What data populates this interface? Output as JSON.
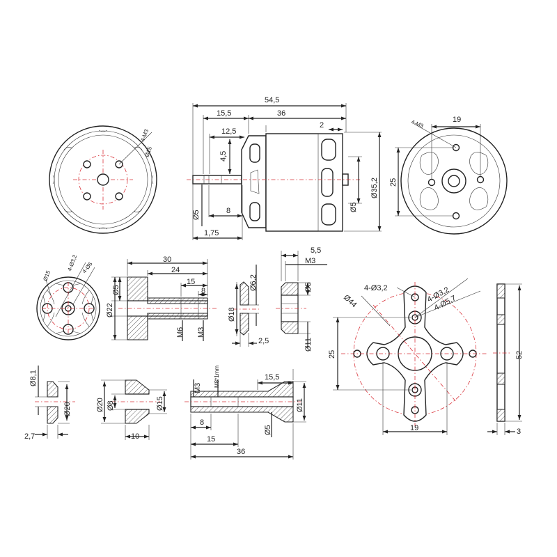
{
  "colors": {
    "line": "#222222",
    "centerline": "#d9333a",
    "background": "#ffffff"
  },
  "motor": {
    "front_view": {
      "holes": "4-M3",
      "bolt_circle": "Ø15"
    },
    "side_view": {
      "overall_length": "54,5",
      "shaft_length": "15,5",
      "body_length": "36",
      "shaft_to_flange": "12,5",
      "flange_step": "2",
      "flange_offset": "4,5",
      "shaft_diameter": "Ø5",
      "clip_length": "8",
      "clip_offset": "1,75",
      "rear_shaft": "Ø5",
      "body_diameter": "Ø35,2"
    },
    "rear_view": {
      "holes": "4-M3",
      "hole_spacing_h": "19",
      "hole_spacing_v": "25"
    }
  },
  "prop_adapter": {
    "face": {
      "bore": "Ø15",
      "holes_small": "4-Ø3,2",
      "holes_large": "4-Ø6"
    },
    "section": {
      "length_total": "30",
      "length_body": "24",
      "length_thread": "15",
      "bore_depth": "8",
      "shaft_d": "Ø5",
      "flange_d": "Ø22",
      "thread_outer": "M6",
      "thread_inner": "M3"
    }
  },
  "washer": {
    "inner": "Ø6,2",
    "outer": "Ø18",
    "thickness": "2,5"
  },
  "nut": {
    "width": "5,5",
    "thread": "M3",
    "bore": "Ø5",
    "outer": "Ø11"
  },
  "x_mount": {
    "holes_small": "4-Ø3,2",
    "holes_mid": "4-Ø3,2",
    "holes_large": "4-Ø5,7",
    "circle": "Ø44",
    "vertical": "25",
    "horizontal": "19"
  },
  "side_profile": {
    "height": "52",
    "thickness": "3"
  },
  "cone_washer": {
    "inner": "Ø8,1",
    "outer": "Ø20",
    "thickness": "2,7"
  },
  "spinner_base": {
    "outer": "Ø20",
    "inner": "Ø8",
    "neck": "Ø15",
    "length": "10"
  },
  "spinner_nut": {
    "thread": "M3",
    "thread_pitch": "M8*1mm",
    "tip_length": "15,5",
    "tip_d": "Ø11",
    "bore_depth": "8",
    "mid_length": "15",
    "total_length": "36",
    "shaft_d": "Ø5"
  }
}
